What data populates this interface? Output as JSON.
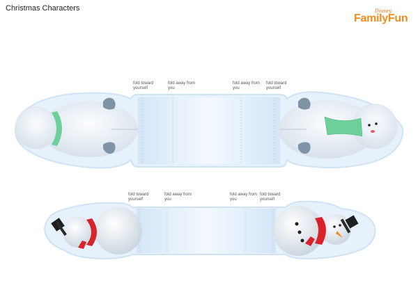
{
  "page": {
    "title": "Christmas Characters"
  },
  "brand": {
    "disney": "Disney",
    "name": "FamilyFun"
  },
  "yeti_strip": {
    "labels": [
      "fold toward yourself",
      "fold away from you",
      "fold away from you",
      "fold toward yourself"
    ]
  },
  "snowman_strip": {
    "labels": [
      "fold toward yourself",
      "fold away from you",
      "fold away from you",
      "fold toward yourself"
    ]
  },
  "colors": {
    "strip": "#dbe9f7",
    "outline": "#cfe3f5",
    "scarf_green": "#6fcf9a",
    "scarf_red": "#d8232a",
    "carrot": "#f28c1d",
    "hat": "#1f1f1f"
  }
}
